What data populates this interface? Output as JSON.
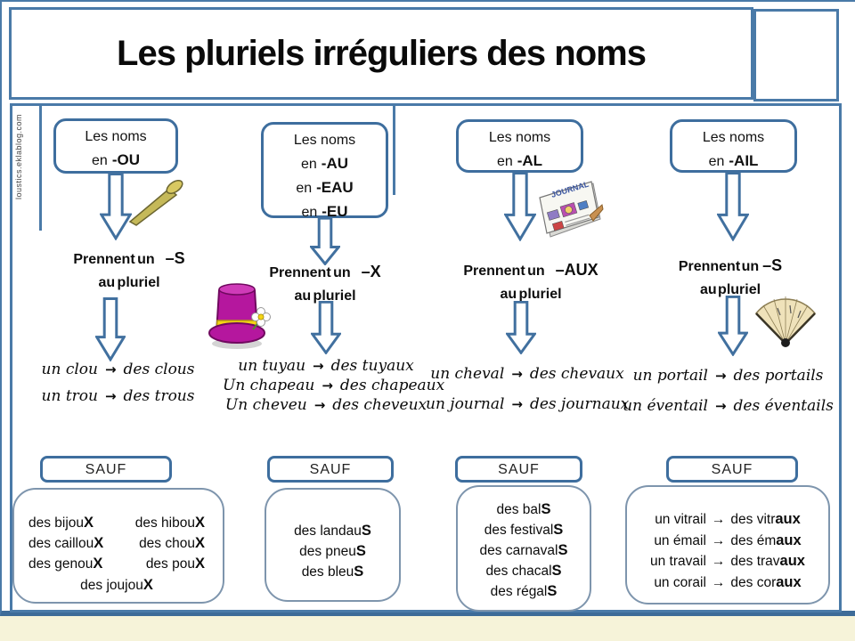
{
  "title": "Les pluriels irréguliers des noms",
  "credit": "loustics.eklablog.com",
  "arrow": "→",
  "colors": {
    "frame": "#4a7aa8",
    "box_border": "#3e6e9e",
    "arrow_stroke": "#41709f",
    "background_strip": "#f6f3d9",
    "hat_magenta": "#b5179e",
    "band_yellow": "#f4d516"
  },
  "columns": [
    {
      "header": {
        "intro": "Les noms",
        "lines": [
          {
            "prefix": "en",
            "ending": "-OU"
          }
        ]
      },
      "rule": {
        "prefix": "Prennent un",
        "ending": "–S",
        "line2": "au pluriel"
      },
      "examples": [
        {
          "singular": "un clou",
          "plural": "des clous"
        },
        {
          "singular": "un trou",
          "plural": "des trous"
        }
      ],
      "sauf": "SAUF",
      "exceptions": {
        "left": [
          {
            "base": "des bijou",
            "end": "X"
          },
          {
            "base": "des caillou",
            "end": "X"
          },
          {
            "base": "des genou",
            "end": "X"
          }
        ],
        "right": [
          {
            "base": "des hibou",
            "end": "X"
          },
          {
            "base": "des chou",
            "end": "X"
          },
          {
            "base": "des pou",
            "end": "X"
          }
        ],
        "center": {
          "base": "des joujou",
          "end": "X"
        }
      }
    },
    {
      "header": {
        "intro": "Les noms",
        "lines": [
          {
            "prefix": "en",
            "ending": "-AU"
          },
          {
            "prefix": "en",
            "ending": "-EAU"
          },
          {
            "prefix": "en",
            "ending": "-EU"
          }
        ]
      },
      "rule": {
        "prefix": "Prennent un",
        "ending": "–X",
        "line2": "au pluriel"
      },
      "examples": [
        {
          "singular": "un tuyau",
          "plural": "des tuyaux"
        },
        {
          "singular": "Un chapeau",
          "plural": "des chapeaux"
        },
        {
          "singular": "Un cheveu",
          "plural": "des cheveux"
        }
      ],
      "sauf": "SAUF",
      "exceptions": {
        "list": [
          {
            "base": "des landau",
            "end": "S"
          },
          {
            "base": "des pneu",
            "end": "S"
          },
          {
            "base": "des bleu",
            "end": "S"
          }
        ]
      }
    },
    {
      "header": {
        "intro": "Les noms",
        "lines": [
          {
            "prefix": "en",
            "ending": "-AL"
          }
        ]
      },
      "rule": {
        "prefix": "Prennent un",
        "ending": "–AUX",
        "line2": "au pluriel"
      },
      "icon_label": "JOURNAL",
      "examples": [
        {
          "singular": "un cheval",
          "plural": "des chevaux"
        },
        {
          "singular": "un journal",
          "plural": "des journaux"
        }
      ],
      "sauf": "SAUF",
      "exceptions": {
        "list": [
          {
            "base": "des bal",
            "end": "S"
          },
          {
            "base": "des festival",
            "end": "S"
          },
          {
            "base": "des carnaval",
            "end": "S"
          },
          {
            "base": "des chacal",
            "end": "S"
          },
          {
            "base": "des régal",
            "end": "S"
          }
        ]
      }
    },
    {
      "header": {
        "intro": "Les noms",
        "lines": [
          {
            "prefix": "en",
            "ending": "-AIL"
          }
        ]
      },
      "rule": {
        "prefix": "Prennent un",
        "ending": "–S",
        "line2": "au pluriel"
      },
      "examples": [
        {
          "singular": "un portail",
          "plural": "des portails"
        },
        {
          "singular": "un éventail",
          "plural": "des éventails"
        }
      ],
      "sauf": "SAUF",
      "exceptions": {
        "pairs": [
          {
            "singular": "un vitrail",
            "plural_base": "des vitr",
            "plural_end": "aux"
          },
          {
            "singular": "un émail",
            "plural_base": "des ém",
            "plural_end": "aux"
          },
          {
            "singular": "un travail",
            "plural_base": "des trav",
            "plural_end": "aux"
          },
          {
            "singular": "un corail",
            "plural_base": "des cor",
            "plural_end": "aux"
          }
        ]
      }
    }
  ]
}
